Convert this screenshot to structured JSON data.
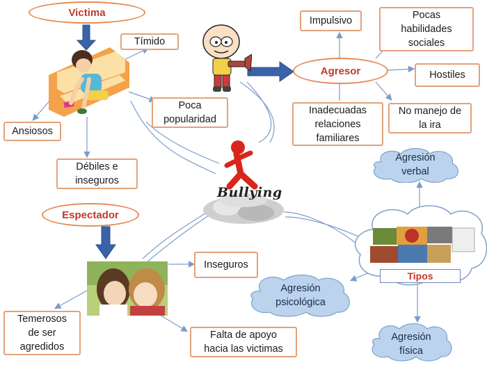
{
  "central": {
    "label": "Bullying"
  },
  "victima": {
    "title": "Victima",
    "traits": [
      "Tímido",
      "Poca\npopularidad",
      "Ansiosos",
      "Débiles e\ninseguros"
    ]
  },
  "agresor": {
    "title": "Agresor",
    "traits": [
      "Impulsivo",
      "Pocas\nhabilidades\nsociales",
      "Hostiles",
      "No manejo de\nla ira",
      "Inadecuadas\nrelaciones\nfamiliares"
    ]
  },
  "espectador": {
    "title": "Espectador",
    "traits": [
      "Inseguros",
      "Temerosos\nde ser\nagredidos",
      "Falta de apoyo\nhacia las victimas"
    ]
  },
  "tipos": {
    "title": "Tipos",
    "items": [
      "Agresión\nverbal",
      "Agresión\npsicológica",
      "Agresión\nfísica"
    ]
  },
  "colors": {
    "box_border": "#e3a27a",
    "oval_border": "#e88a56",
    "title_text": "#c0392b",
    "arrow": "#3a62a7",
    "line": "#7b9cc9",
    "cloud_fill": "#bcd3ee",
    "cloud_stroke": "#7f9fcc"
  }
}
